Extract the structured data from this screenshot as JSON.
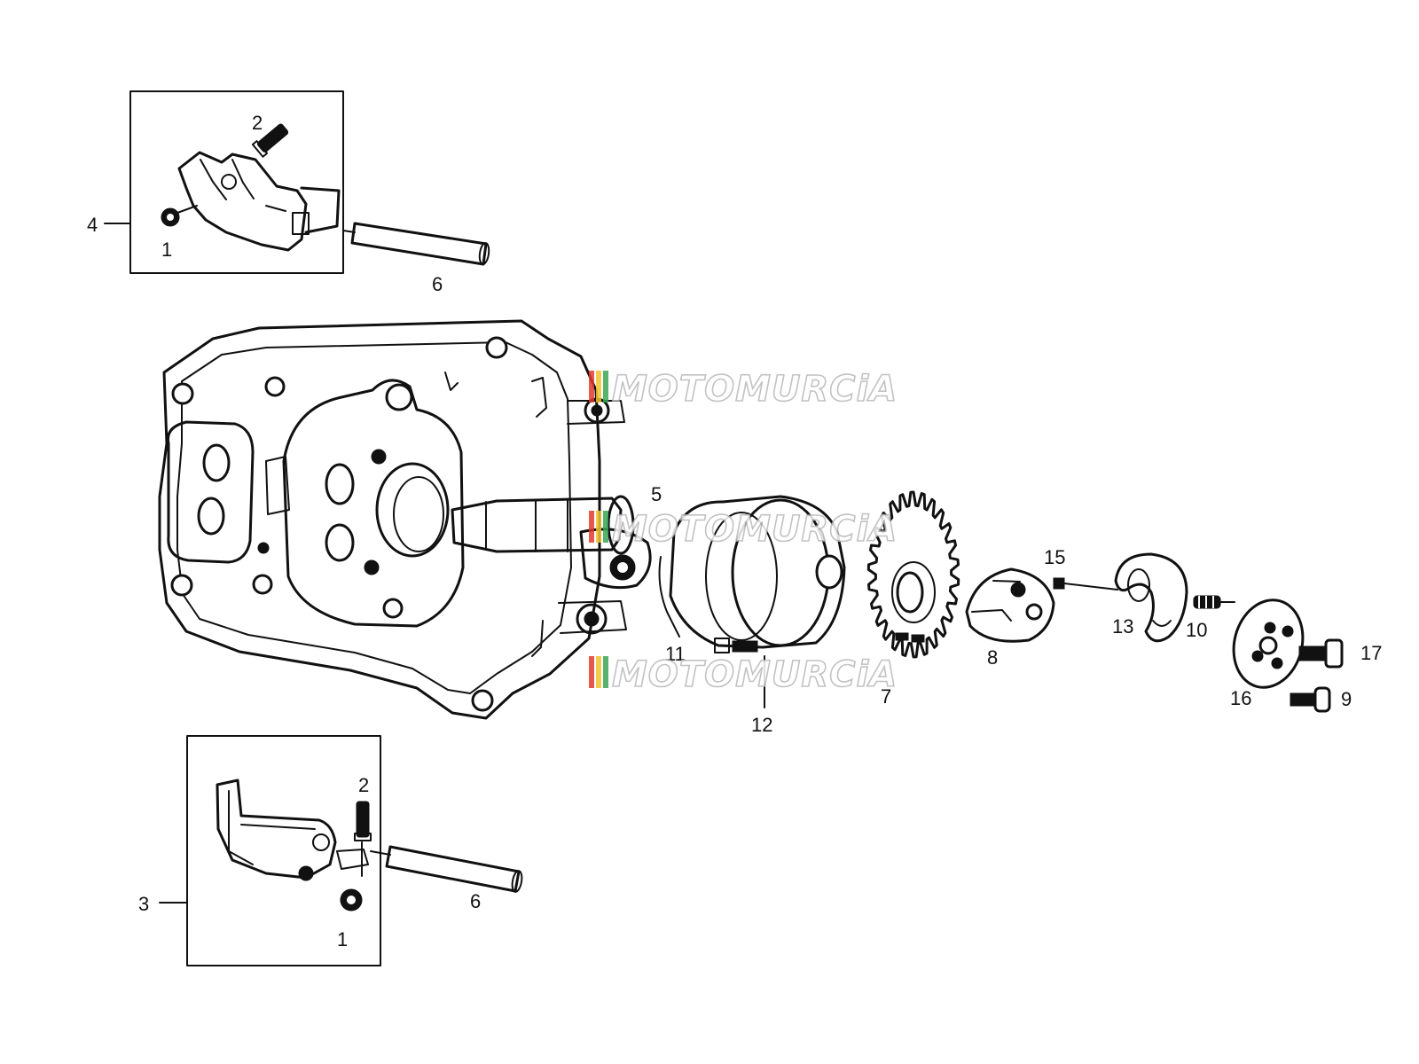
{
  "callouts": {
    "box4_num": "4",
    "box4_item1": "1",
    "box4_item2": "2",
    "box4_item6": "6",
    "box3_num": "3",
    "box3_item1": "1",
    "box3_item2": "2",
    "box3_item6": "6",
    "item5": "5",
    "item7": "7",
    "item8": "8",
    "item9": "9",
    "item10": "10",
    "item11": "11",
    "item12": "12",
    "item13": "13",
    "item15": "15",
    "item16": "16",
    "item17": "17"
  },
  "watermark": {
    "text": "MOTOMURCiA",
    "stripe_colors": [
      "#e23b2e",
      "#f2c230",
      "#3aa655"
    ]
  }
}
